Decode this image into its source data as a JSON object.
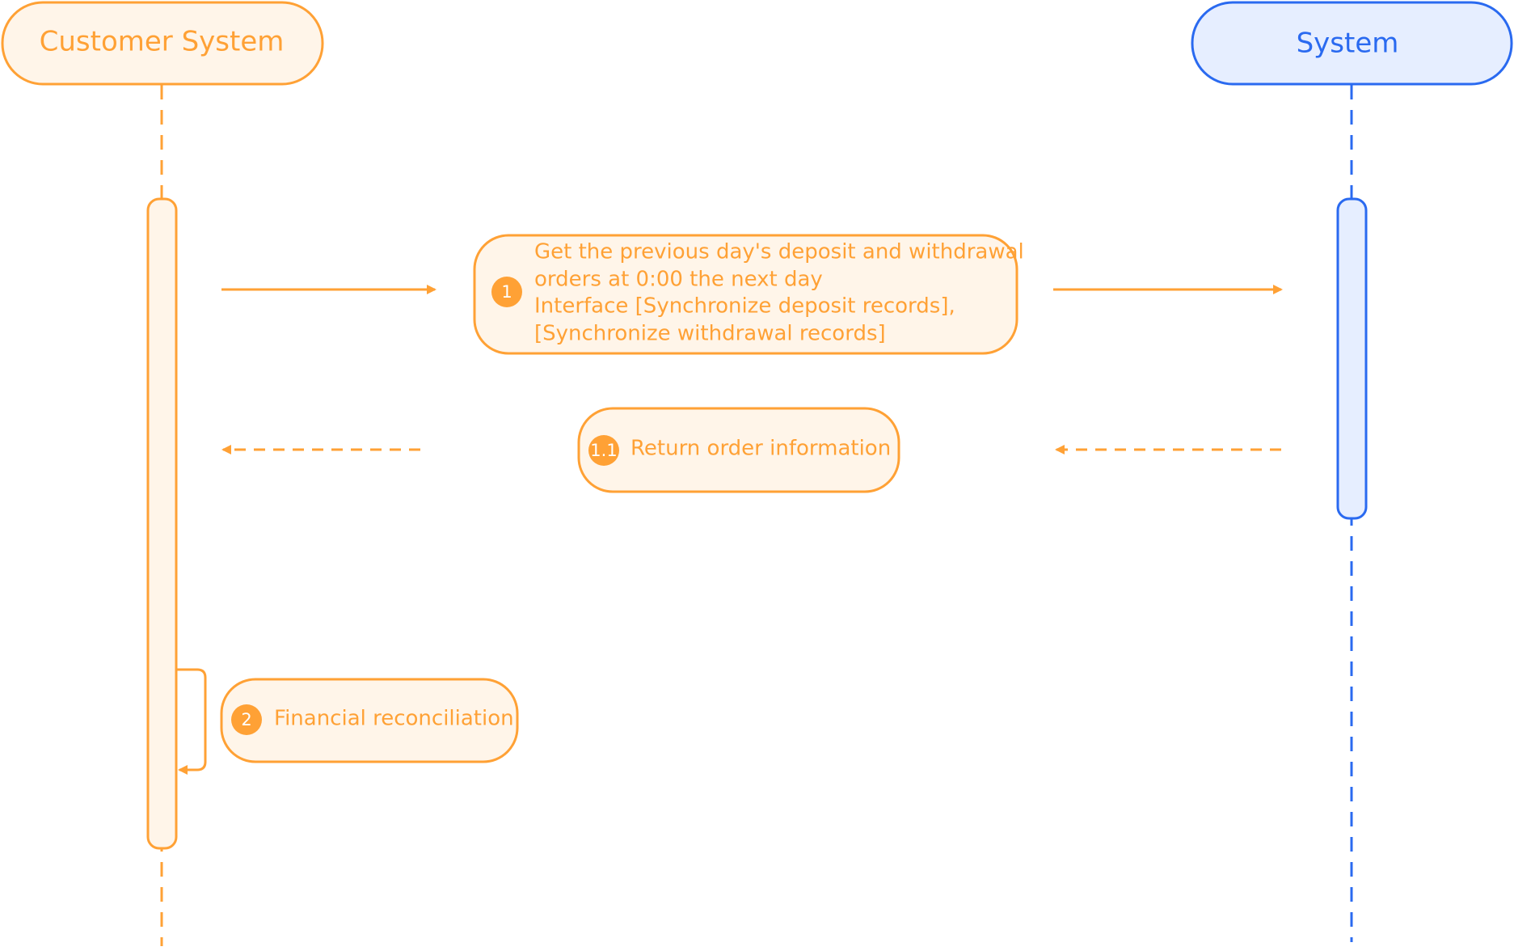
{
  "colors": {
    "orange": "#ffa135",
    "orange_fill": "#fff5e9",
    "blue": "#2a6af0",
    "blue_fill": "#e6eeff",
    "badge_text": "#ffffff"
  },
  "participants": [
    {
      "label": "Customer System",
      "color": "orange"
    },
    {
      "label": "System",
      "color": "blue"
    }
  ],
  "messages": [
    {
      "badge": "1",
      "lines": [
        "Get the previous day's deposit and withdrawal",
        "orders at 0:00 the next day",
        "Interface [Synchronize deposit records],",
        "[Synchronize withdrawal records]"
      ],
      "from": "Customer System",
      "to": "System",
      "style": "solid"
    },
    {
      "badge": "1.1",
      "lines": [
        "Return order information"
      ],
      "from": "System",
      "to": "Customer System",
      "style": "dashed"
    },
    {
      "badge": "2",
      "lines": [
        "Financial reconciliation"
      ],
      "from": "Customer System",
      "to": "Customer System",
      "style": "self"
    }
  ]
}
